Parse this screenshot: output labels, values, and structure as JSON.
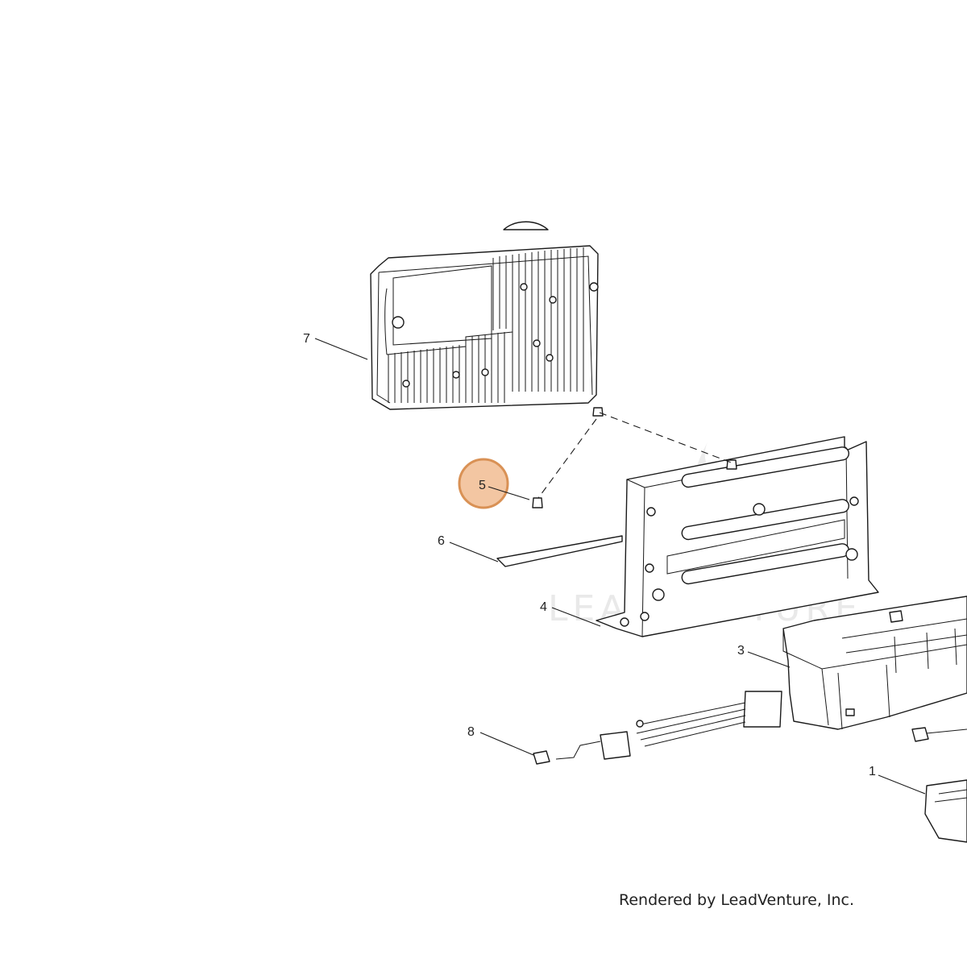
{
  "callouts": [
    {
      "id": "7",
      "label": "7"
    },
    {
      "id": "5",
      "label": "5"
    },
    {
      "id": "6",
      "label": "6"
    },
    {
      "id": "4",
      "label": "4"
    },
    {
      "id": "3",
      "label": "3"
    },
    {
      "id": "8",
      "label": "8"
    },
    {
      "id": "1",
      "label": "1"
    }
  ],
  "highlight": {
    "label": "5",
    "fill": "#f3c6a2",
    "stroke": "#d99155"
  },
  "watermark": "LEADVENTURE",
  "credit": "Rendered by LeadVenture, Inc."
}
